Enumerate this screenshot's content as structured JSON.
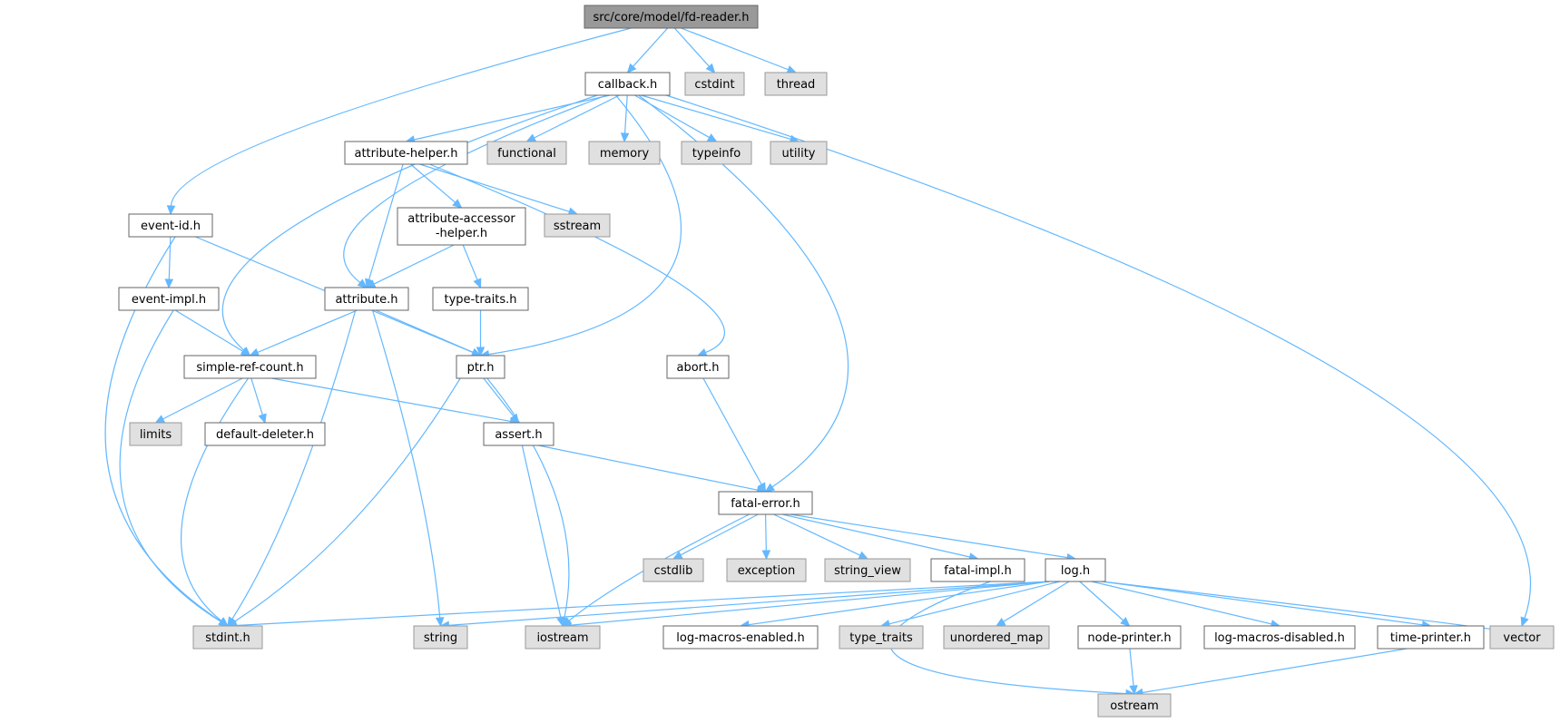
{
  "colors": {
    "edge": "#63b8ff",
    "root_fill": "#999999",
    "file_fill": "#ffffff",
    "system_fill": "#e0e0e0",
    "border": "#666666"
  },
  "nodes": [
    {
      "id": "fd-reader",
      "label": "src/core/model/fd-reader.h",
      "kind": "root"
    },
    {
      "id": "callback",
      "label": "callback.h",
      "kind": "file"
    },
    {
      "id": "cstdint",
      "label": "cstdint",
      "kind": "system"
    },
    {
      "id": "thread",
      "label": "thread",
      "kind": "system"
    },
    {
      "id": "attribute-helper",
      "label": "attribute-helper.h",
      "kind": "file"
    },
    {
      "id": "functional",
      "label": "functional",
      "kind": "system"
    },
    {
      "id": "memory",
      "label": "memory",
      "kind": "system"
    },
    {
      "id": "typeinfo",
      "label": "typeinfo",
      "kind": "system"
    },
    {
      "id": "utility",
      "label": "utility",
      "kind": "system"
    },
    {
      "id": "event-id",
      "label": "event-id.h",
      "kind": "file"
    },
    {
      "id": "attribute-accessor-helper",
      "label": [
        "attribute-accessor",
        "-helper.h"
      ],
      "kind": "file"
    },
    {
      "id": "sstream",
      "label": "sstream",
      "kind": "system"
    },
    {
      "id": "event-impl",
      "label": "event-impl.h",
      "kind": "file"
    },
    {
      "id": "attribute",
      "label": "attribute.h",
      "kind": "file"
    },
    {
      "id": "type-traits",
      "label": "type-traits.h",
      "kind": "file"
    },
    {
      "id": "simple-ref-count",
      "label": "simple-ref-count.h",
      "kind": "file"
    },
    {
      "id": "ptr",
      "label": "ptr.h",
      "kind": "file"
    },
    {
      "id": "abort",
      "label": "abort.h",
      "kind": "file"
    },
    {
      "id": "limits",
      "label": "limits",
      "kind": "system"
    },
    {
      "id": "default-deleter",
      "label": "default-deleter.h",
      "kind": "file"
    },
    {
      "id": "assert",
      "label": "assert.h",
      "kind": "file"
    },
    {
      "id": "fatal-error",
      "label": "fatal-error.h",
      "kind": "file"
    },
    {
      "id": "cstdlib",
      "label": "cstdlib",
      "kind": "system"
    },
    {
      "id": "exception",
      "label": "exception",
      "kind": "system"
    },
    {
      "id": "string_view",
      "label": "string_view",
      "kind": "system"
    },
    {
      "id": "fatal-impl",
      "label": "fatal-impl.h",
      "kind": "file"
    },
    {
      "id": "log",
      "label": "log.h",
      "kind": "file"
    },
    {
      "id": "stdint",
      "label": "stdint.h",
      "kind": "system"
    },
    {
      "id": "string",
      "label": "string",
      "kind": "system"
    },
    {
      "id": "iostream",
      "label": "iostream",
      "kind": "system"
    },
    {
      "id": "log-macros-enabled",
      "label": "log-macros-enabled.h",
      "kind": "file"
    },
    {
      "id": "type_traits",
      "label": "type_traits",
      "kind": "system"
    },
    {
      "id": "unordered_map",
      "label": "unordered_map",
      "kind": "system"
    },
    {
      "id": "node-printer",
      "label": "node-printer.h",
      "kind": "file"
    },
    {
      "id": "log-macros-disabled",
      "label": "log-macros-disabled.h",
      "kind": "file"
    },
    {
      "id": "time-printer",
      "label": "time-printer.h",
      "kind": "file"
    },
    {
      "id": "vector",
      "label": "vector",
      "kind": "system"
    },
    {
      "id": "ostream",
      "label": "ostream",
      "kind": "system"
    }
  ],
  "edges": [
    [
      "fd-reader",
      "callback"
    ],
    [
      "fd-reader",
      "cstdint"
    ],
    [
      "fd-reader",
      "thread"
    ],
    [
      "fd-reader",
      "event-id"
    ],
    [
      "callback",
      "attribute-helper"
    ],
    [
      "callback",
      "functional"
    ],
    [
      "callback",
      "memory"
    ],
    [
      "callback",
      "typeinfo"
    ],
    [
      "callback",
      "utility"
    ],
    [
      "callback",
      "vector"
    ],
    [
      "callback",
      "attribute"
    ],
    [
      "callback",
      "simple-ref-count"
    ],
    [
      "callback",
      "ptr"
    ],
    [
      "callback",
      "fatal-error"
    ],
    [
      "attribute-helper",
      "attribute-accessor-helper"
    ],
    [
      "attribute-helper",
      "sstream"
    ],
    [
      "attribute-helper",
      "attribute"
    ],
    [
      "attribute-helper",
      "abort"
    ],
    [
      "attribute-accessor-helper",
      "attribute"
    ],
    [
      "attribute-accessor-helper",
      "type-traits"
    ],
    [
      "event-id",
      "event-impl"
    ],
    [
      "event-id",
      "ptr"
    ],
    [
      "event-id",
      "stdint"
    ],
    [
      "event-impl",
      "simple-ref-count"
    ],
    [
      "event-impl",
      "stdint"
    ],
    [
      "attribute",
      "simple-ref-count"
    ],
    [
      "attribute",
      "ptr"
    ],
    [
      "attribute",
      "stdint"
    ],
    [
      "attribute",
      "string"
    ],
    [
      "type-traits",
      "ptr"
    ],
    [
      "simple-ref-count",
      "limits"
    ],
    [
      "simple-ref-count",
      "default-deleter"
    ],
    [
      "simple-ref-count",
      "assert"
    ],
    [
      "simple-ref-count",
      "stdint"
    ],
    [
      "ptr",
      "assert"
    ],
    [
      "ptr",
      "iostream"
    ],
    [
      "ptr",
      "stdint"
    ],
    [
      "abort",
      "fatal-error"
    ],
    [
      "assert",
      "fatal-error"
    ],
    [
      "assert",
      "iostream"
    ],
    [
      "fatal-error",
      "cstdlib"
    ],
    [
      "fatal-error",
      "exception"
    ],
    [
      "fatal-error",
      "string_view"
    ],
    [
      "fatal-error",
      "fatal-impl"
    ],
    [
      "fatal-error",
      "log"
    ],
    [
      "fatal-error",
      "iostream"
    ],
    [
      "fatal-impl",
      "ostream"
    ],
    [
      "log",
      "stdint"
    ],
    [
      "log",
      "string"
    ],
    [
      "log",
      "iostream"
    ],
    [
      "log",
      "log-macros-enabled"
    ],
    [
      "log",
      "type_traits"
    ],
    [
      "log",
      "unordered_map"
    ],
    [
      "log",
      "node-printer"
    ],
    [
      "log",
      "log-macros-disabled"
    ],
    [
      "log",
      "time-printer"
    ],
    [
      "log",
      "vector"
    ],
    [
      "node-printer",
      "ostream"
    ],
    [
      "time-printer",
      "ostream"
    ]
  ]
}
